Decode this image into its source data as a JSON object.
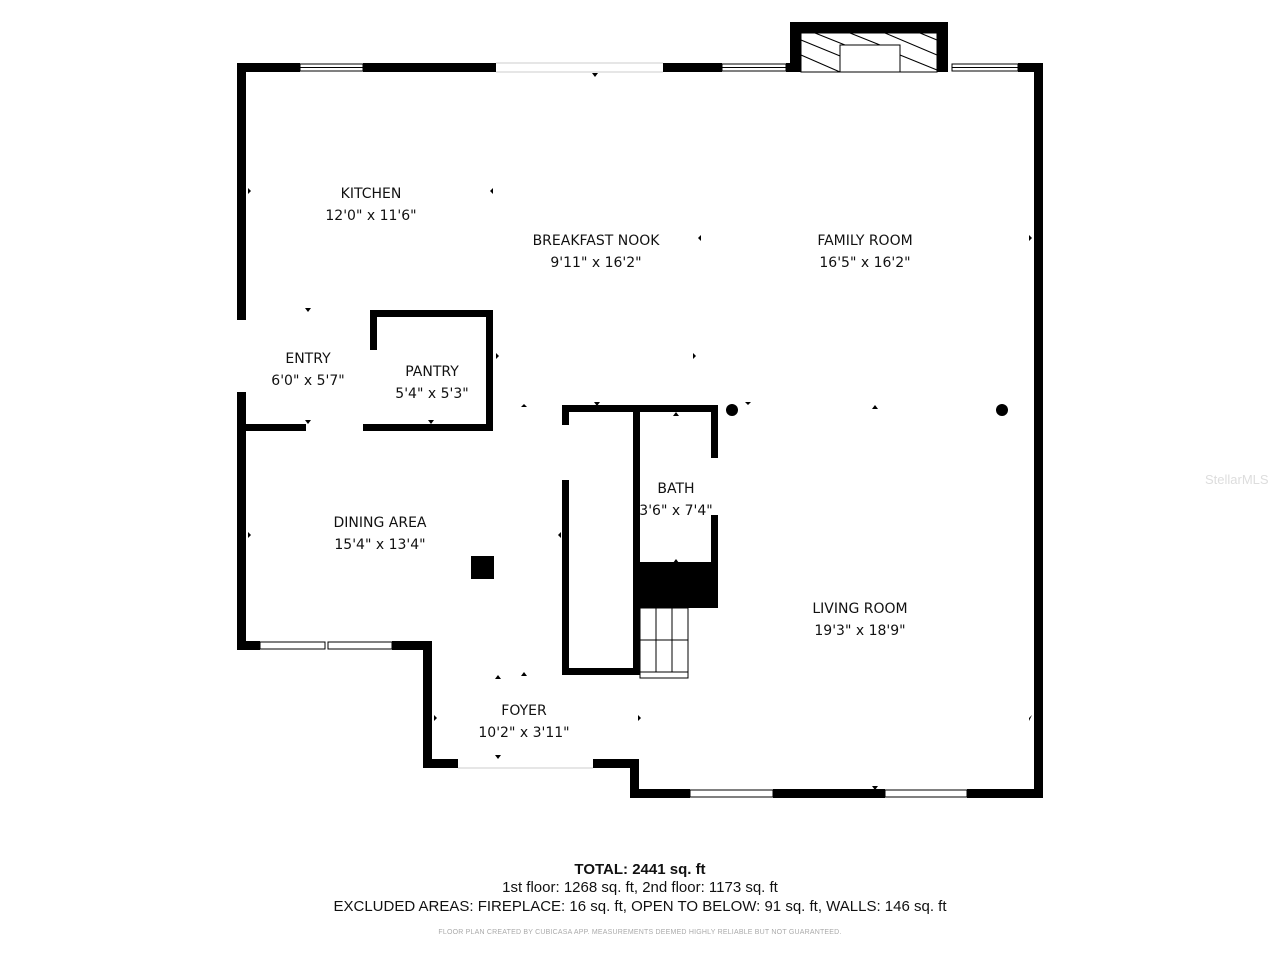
{
  "rooms": [
    {
      "name": "KITCHEN",
      "size": "12'0\" x 11'6\""
    },
    {
      "name": "BREAKFAST NOOK",
      "size": "9'11\" x 16'2\""
    },
    {
      "name": "FAMILY ROOM",
      "size": "16'5\" x 16'2\""
    },
    {
      "name": "ENTRY",
      "size": "6'0\" x 5'7\""
    },
    {
      "name": "PANTRY",
      "size": "5'4\" x 5'3\""
    },
    {
      "name": "BATH",
      "size": "3'6\" x 7'4\""
    },
    {
      "name": "DINING AREA",
      "size": "15'4\" x 13'4\""
    },
    {
      "name": "LIVING ROOM",
      "size": "19'3\" x 18'9\""
    },
    {
      "name": "FOYER",
      "size": "10'2\" x 3'11\""
    }
  ],
  "summary": {
    "total": "TOTAL: 2441 sq. ft",
    "floors": "1st floor: 1268 sq. ft, 2nd floor: 1173 sq. ft",
    "excluded": "EXCLUDED AREAS: FIREPLACE: 16 sq. ft, OPEN TO BELOW: 91 sq. ft, WALLS: 146 sq. ft",
    "credit": "FLOOR PLAN CREATED BY CUBICASA APP. MEASUREMENTS DEEMED HIGHLY RELIABLE BUT NOT GUARANTEED."
  },
  "watermark": "StellarMLS",
  "colors": {
    "wall": "#000000",
    "background": "#ffffff"
  }
}
